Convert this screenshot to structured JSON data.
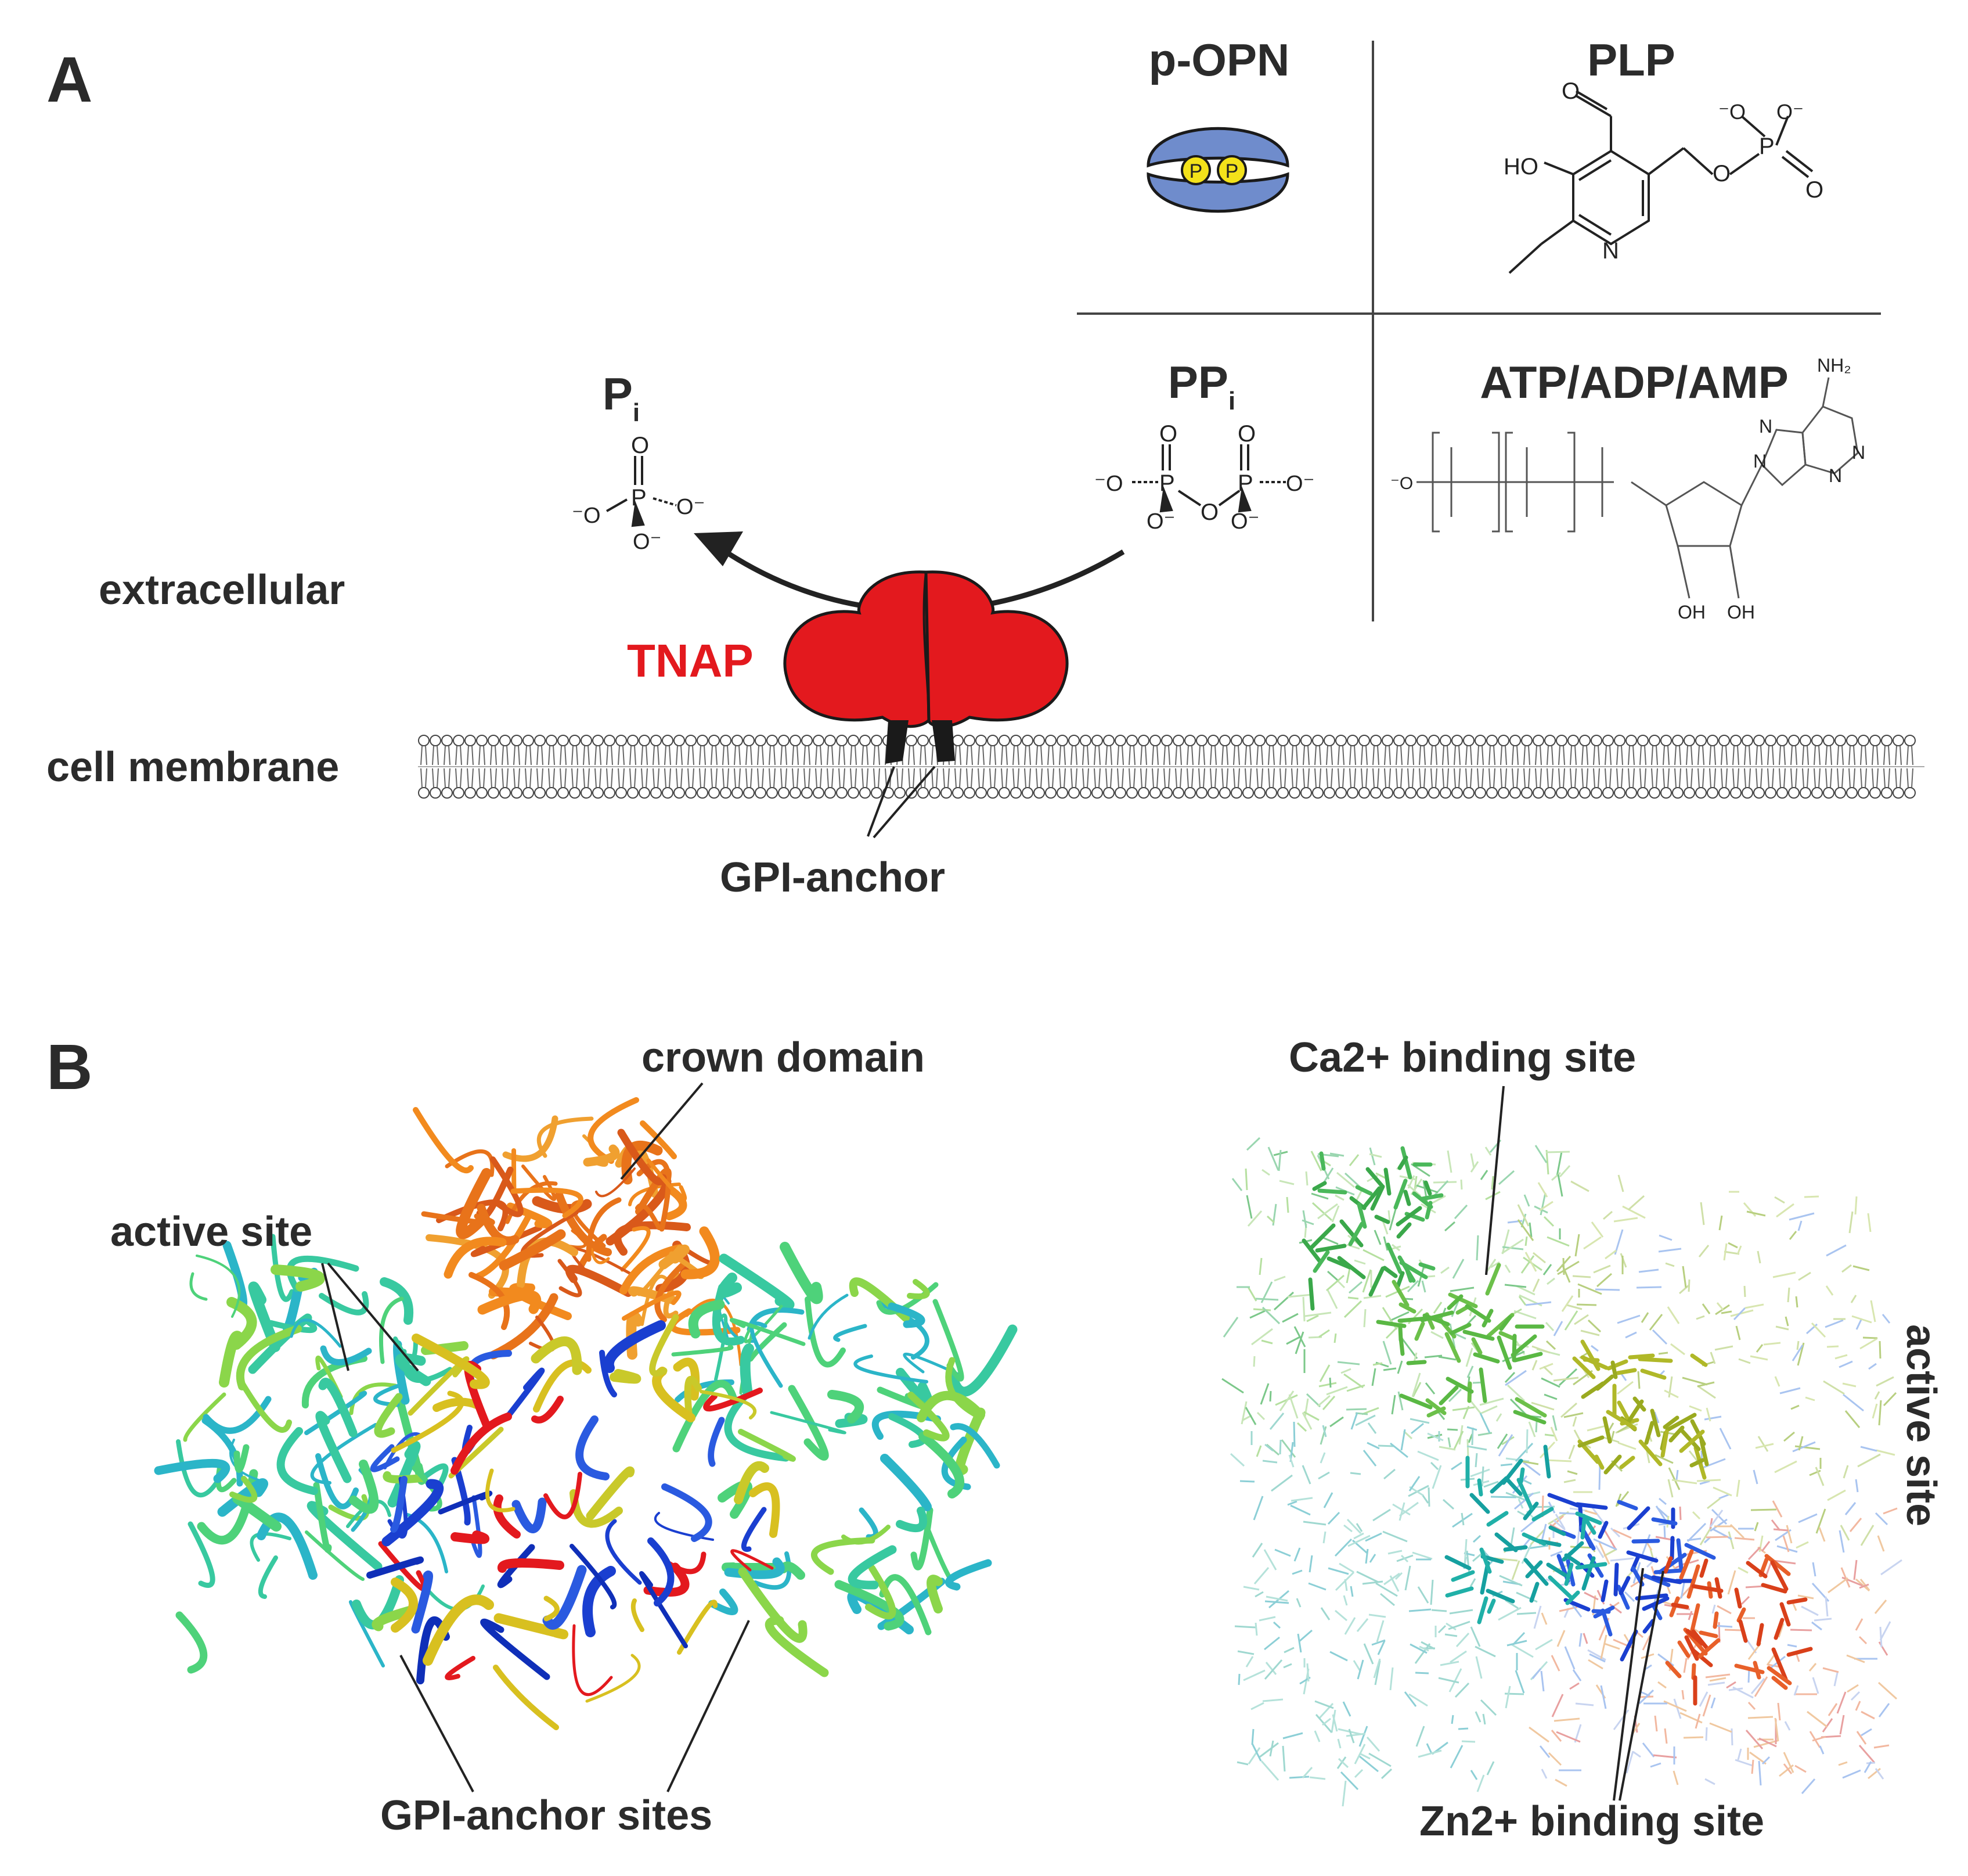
{
  "panel_a": {
    "letter": "A",
    "top_labels": {
      "popn": "p-OPN",
      "plp": "PLP",
      "ppi": "PP",
      "ppi_sub": "i",
      "atp": "ATP/ADP/AMP"
    },
    "pi_label": "P",
    "pi_sub": "i",
    "extracellular": "extracellular",
    "tnap": "TNAP",
    "cell_membrane": "cell membrane",
    "gpi_anchor": "GPI-anchor",
    "popn_p": "P",
    "chem": {
      "O": "O",
      "P": "P",
      "N": "N",
      "HO": "HO",
      "OH": "OH",
      "NH2": "NH₂",
      "Ominus": "⁻O",
      "Ominus_r": "O⁻"
    }
  },
  "panel_b": {
    "letter": "B",
    "crown_domain": "crown domain",
    "active_site_left": "active site",
    "gpi_anchor_sites": "GPI-anchor sites",
    "ca_site": "Ca2+ binding site",
    "zn_site": "Zn2+ binding site",
    "active_site_right": "active site"
  },
  "colors": {
    "tnap_red": "#e3191e",
    "popn_blue": "#6f8ccc",
    "popn_yellow": "#f3e21a",
    "label_dark": "#2b2b2b"
  }
}
